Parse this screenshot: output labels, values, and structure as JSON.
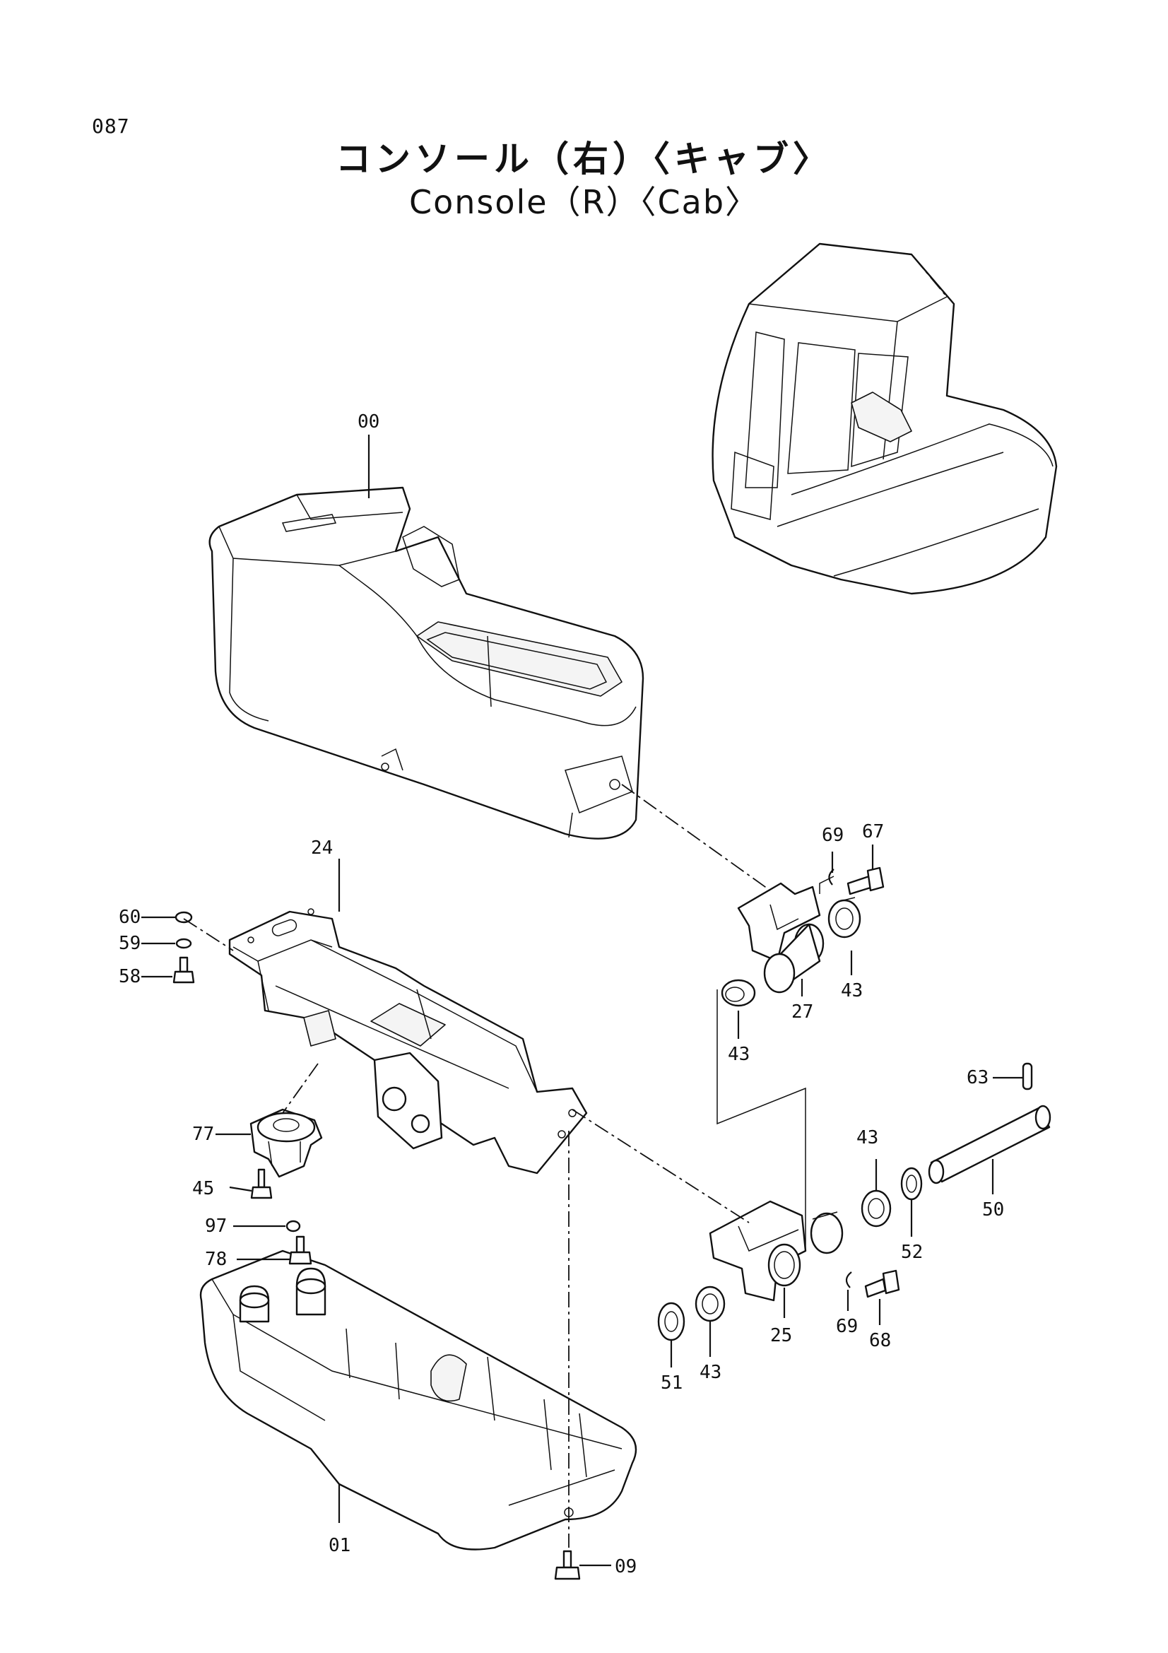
{
  "page_number": "087",
  "title_jp": "コンソール（右）〈キャブ〉",
  "title_en": "Console（R）〈Cab〉",
  "callouts": [
    {
      "id": "c00",
      "label": "00"
    },
    {
      "id": "c01",
      "label": "01"
    },
    {
      "id": "c09",
      "label": "09"
    },
    {
      "id": "c24",
      "label": "24"
    },
    {
      "id": "c25",
      "label": "25"
    },
    {
      "id": "c27",
      "label": "27"
    },
    {
      "id": "c43a",
      "label": "43"
    },
    {
      "id": "c43b",
      "label": "43"
    },
    {
      "id": "c43c",
      "label": "43"
    },
    {
      "id": "c43d",
      "label": "43"
    },
    {
      "id": "c45",
      "label": "45"
    },
    {
      "id": "c50",
      "label": "50"
    },
    {
      "id": "c51",
      "label": "51"
    },
    {
      "id": "c52",
      "label": "52"
    },
    {
      "id": "c58",
      "label": "58"
    },
    {
      "id": "c59",
      "label": "59"
    },
    {
      "id": "c60",
      "label": "60"
    },
    {
      "id": "c63",
      "label": "63"
    },
    {
      "id": "c67",
      "label": "67"
    },
    {
      "id": "c68",
      "label": "68"
    },
    {
      "id": "c69a",
      "label": "69"
    },
    {
      "id": "c69b",
      "label": "69"
    },
    {
      "id": "c77",
      "label": "77"
    },
    {
      "id": "c78",
      "label": "78"
    },
    {
      "id": "c97",
      "label": "97"
    }
  ]
}
